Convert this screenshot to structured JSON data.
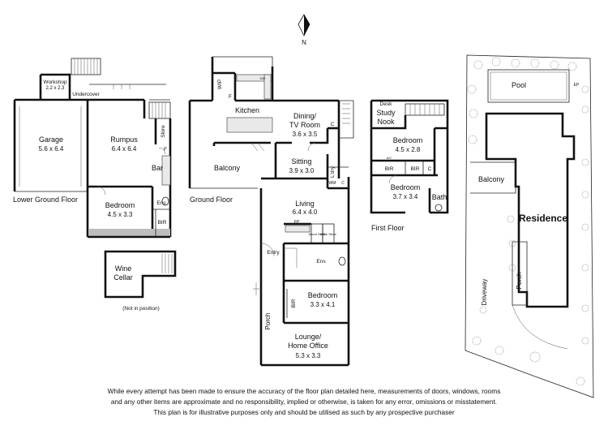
{
  "compass": {
    "label": "N"
  },
  "lower_ground": {
    "floor_label": "Lower Ground Floor",
    "workshop": {
      "name": "Workshop",
      "dims": "2.2 x 2.3"
    },
    "undercover": "Undercover",
    "garage": {
      "name": "Garage",
      "dims": "5.6 x 6.4"
    },
    "rumpus": {
      "name": "Rumpus",
      "dims": "6.4 x 6.4"
    },
    "store": "Store",
    "fridge": "F",
    "bar": "Bar",
    "bedroom": {
      "name": "Bedroom",
      "dims": "4.5 x 3.3"
    },
    "ens": "Ens",
    "bir": "BIR"
  },
  "wine_cellar": {
    "name_line1": "Wine",
    "name_line2": "Cellar",
    "note": "(Not in position)"
  },
  "ground": {
    "floor_label": "Ground Floor",
    "wip": "WIP",
    "fridge": "F",
    "dw": "DW",
    "kitchen": "Kitchen",
    "dining": {
      "name_line1": "Dining/",
      "name_line2": "TV Room",
      "dims": "3.6 x 3.5"
    },
    "c1": "C",
    "balcony": "Balcony",
    "sitting": {
      "name": "Sitting",
      "dims": "3.9 x 3.0"
    },
    "ldry": "L'dry",
    "wm": "WM",
    "c2": "C",
    "living": {
      "name": "Living",
      "dims": "6.4 x 4.0"
    },
    "fp": "FP",
    "wood_store": "Wood Store",
    "wine_store": "Wine Store",
    "entry": "Entry",
    "ens": "Ens",
    "bedroom": {
      "name": "Bedroom",
      "dims": "3.3 x 4.1"
    },
    "bir": "BIR",
    "porch": "Porch",
    "lounge": {
      "name_line1": "Lounge/",
      "name_line2": "Home Office",
      "dims": "5.3 x 3.3"
    }
  },
  "first": {
    "floor_label": "First Floor",
    "desk": "Desk",
    "study_nook_line1": "Study",
    "study_nook_line2": "Nook",
    "bedroom1": {
      "name": "Bedroom",
      "dims": "4.5 x 2.8"
    },
    "ac": "A/C",
    "bir1": "BIR",
    "bir2": "BIR",
    "c": "C",
    "bedroom2": {
      "name": "Bedroom",
      "dims": "3.7 x 3.4"
    },
    "bath": "Bath"
  },
  "site": {
    "pool": "Pool",
    "ep": "EP",
    "balcony": "Balcony",
    "residence": "Residence",
    "driveway": "Driveway",
    "porch": "Porch"
  },
  "disclaimer": {
    "line1": "While every attempt has been made to ensure the accuracy of the floor plan detailed here, measurements of doors, windows, rooms",
    "line2": "and any other items are approximate and no responsibility, implied or otherwise, is taken for any error, omissions or misstatement.",
    "line3": "This plan is for illustrative purposes only and should be utilised as such by any prospective purchaser"
  }
}
